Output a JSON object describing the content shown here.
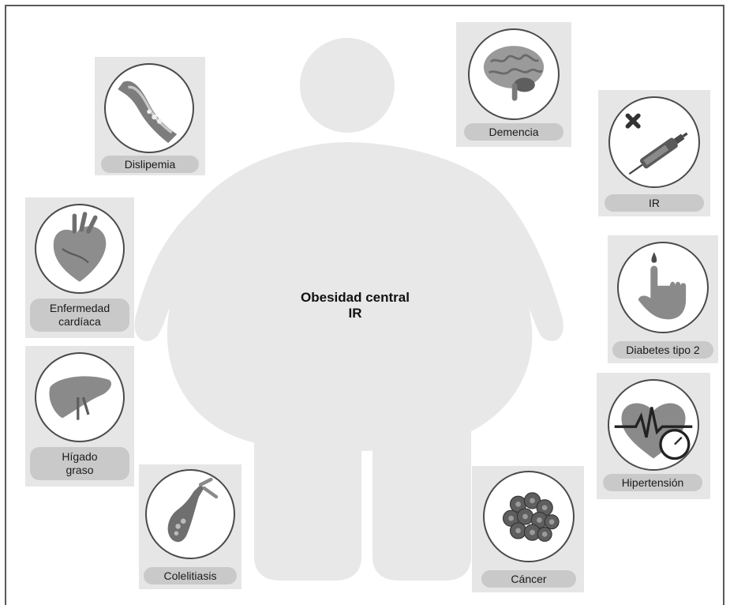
{
  "center": {
    "title_line1": "Obesidad central",
    "title_line2": "IR"
  },
  "conditions": {
    "dislipemia": {
      "label": "Dislipemia",
      "icon": "blood-vessel-icon"
    },
    "demencia": {
      "label": "Demencia",
      "icon": "brain-icon"
    },
    "ir": {
      "label": "IR",
      "icon": "insulin-syringe-icon"
    },
    "enfermedad_cardiaca": {
      "label": "Enfermedad\ncardíaca",
      "icon": "heart-icon"
    },
    "diabetes": {
      "label": "Diabetes tipo 2",
      "icon": "finger-blood-drop-icon"
    },
    "higado": {
      "label": "Hígado\ngraso",
      "icon": "liver-icon"
    },
    "hipertension": {
      "label": "Hipertensión",
      "icon": "heart-gauge-icon"
    },
    "colelitiasis": {
      "label": "Colelitiasis",
      "icon": "gallbladder-icon"
    },
    "cancer": {
      "label": "Cáncer",
      "icon": "cancer-cells-icon"
    }
  },
  "colors": {
    "body_silhouette": "#e8e8e8",
    "card": "#e6e6e6",
    "pill": "#c9c9c9",
    "border": "#4a4a4a"
  }
}
